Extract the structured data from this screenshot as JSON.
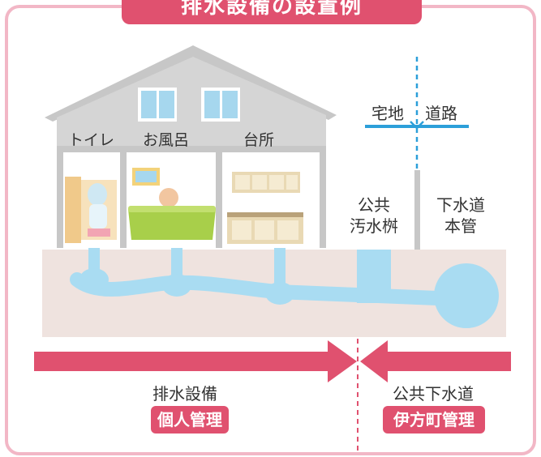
{
  "title": "排水設備の設置例",
  "rooms": {
    "toilet": "トイレ",
    "bath": "お風呂",
    "kitchen": "台所"
  },
  "boundary": {
    "left": "宅地",
    "right": "道路"
  },
  "public_basin": {
    "line1": "公共",
    "line2": "汚水桝"
  },
  "sewer_main": {
    "line1": "下水道",
    "line2": "本管"
  },
  "sections": {
    "left_label": "排水設備",
    "left_badge": "個人管理",
    "right_label": "公共下水道",
    "right_badge": "伊方町管理"
  },
  "colors": {
    "accent": "#e0516f",
    "frame": "#f2b7c6",
    "ground": "#efe3df",
    "pipe": "#a9dcf2",
    "boundary_line": "#2c9fd9",
    "house": "#c7c7c7",
    "text": "#333333"
  }
}
